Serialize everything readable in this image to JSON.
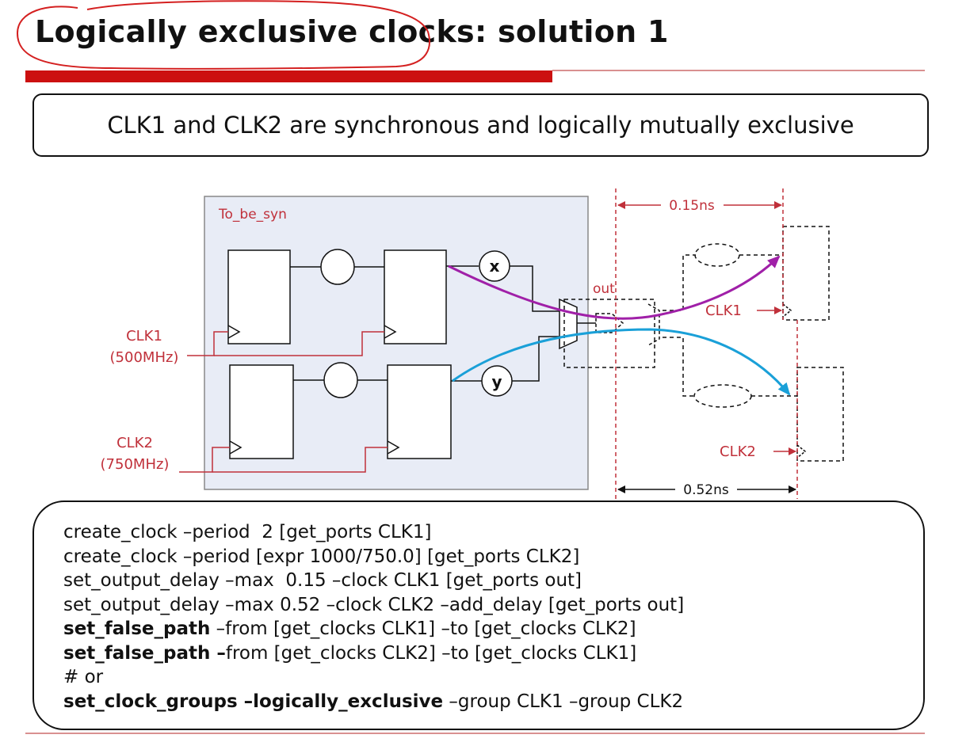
{
  "title": "Logically exclusive clocks: solution 1",
  "statement": "CLK1 and CLK2 are synchronous and logically mutually exclusive",
  "diagram": {
    "module_label": "To_be_syn",
    "clk1_label": "CLK1",
    "clk1_freq": "(500MHz)",
    "clk2_label": "CLK2",
    "clk2_freq": "(750MHz)",
    "node_x": "x",
    "node_y": "y",
    "out_label": "out",
    "delay_top": "0.15ns",
    "delay_bottom": "0.52ns",
    "ext_clk1": "CLK1",
    "ext_clk2": "CLK2",
    "colors": {
      "clock_net": "#c0303a",
      "path_clk1": "#a020a8",
      "path_clk2": "#1aa0d8",
      "module_fill": "#e8ecf6"
    }
  },
  "code": {
    "line1": "create_clock –period  2 [get_ports CLK1]",
    "line2": "create_clock –period [expr 1000/750.0] [get_ports CLK2]",
    "line3": "set_output_delay –max  0.15 –clock CLK1 [get_ports out]",
    "line4": "set_output_delay –max 0.52 –clock CLK2 –add_delay [get_ports out]",
    "line5_cmd": "set_false_path",
    "line5_args": " –from [get_clocks CLK1] –to [get_clocks CLK2]",
    "line6_cmd": "set_false_path –",
    "line6_args": "from [get_clocks CLK2] –to [get_clocks CLK1]",
    "line7": "# or",
    "line8_cmd": "set_clock_groups –logically_exclusive",
    "line8_args": " –group CLK1 –group CLK2"
  }
}
